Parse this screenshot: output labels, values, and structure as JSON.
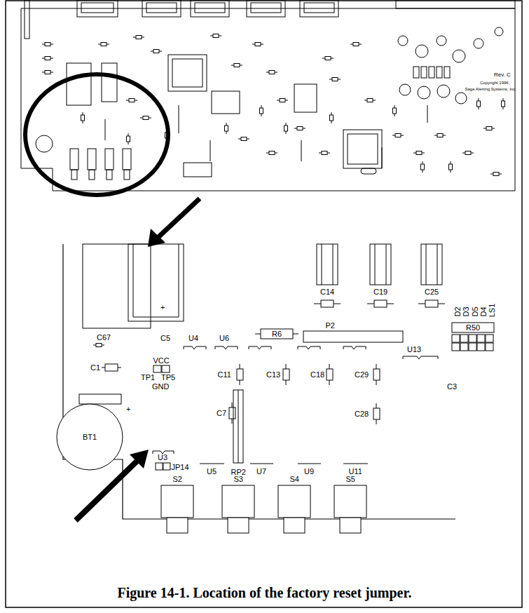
{
  "diagram": {
    "caption": "Figure 14-1.  Location of the factory reset jumper.",
    "nodes": [
      {
        "text": [
          "BT1"
        ]
      }
    ],
    "labels": [
      "Rev. C",
      "Copyright 1996,",
      "Sage Alerting Systems, Inc.",
      "C67",
      "C5",
      "+",
      "U4",
      "U6",
      "R6",
      "C14",
      "C19",
      "C25",
      "P2",
      "D2",
      "D3",
      "D5",
      "D4",
      "LS1",
      "R50",
      "U13",
      "C1",
      "VCC",
      "TP1",
      "TP5",
      "GND",
      "C11",
      "C13",
      "C18",
      "C29",
      "C3",
      "+",
      "C7",
      "C28",
      "U3",
      "JP14",
      "RP2",
      "U5",
      "U7",
      "U9",
      "U11",
      "S2",
      "S3",
      "S4",
      "S5"
    ]
  }
}
